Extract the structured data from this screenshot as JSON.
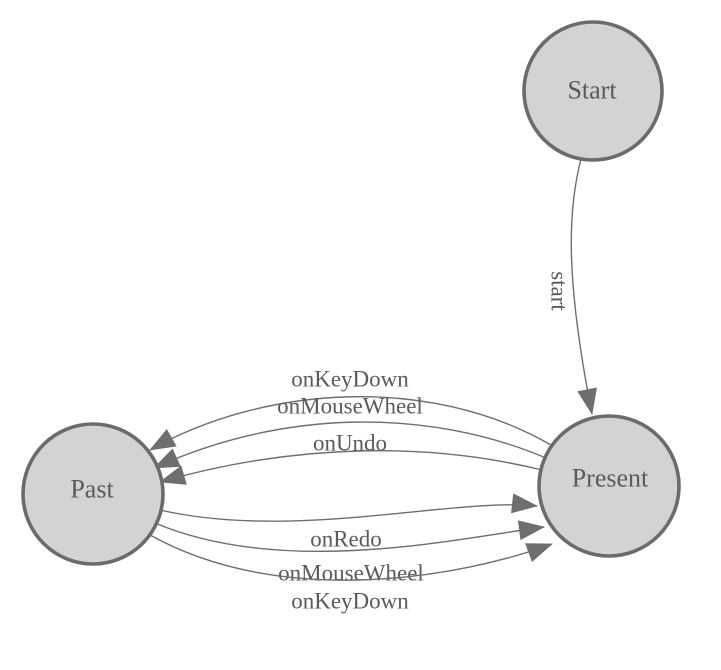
{
  "diagram": {
    "type": "state-machine",
    "background": "#ffffff",
    "node_fill": "#d3d3d3",
    "node_border": "#6b6b6b",
    "edge_color": "#6e6e6e",
    "arrow_color": "#6e6e6e",
    "label_color": "#5a5a5a",
    "nodes": [
      {
        "id": "start",
        "label": "Start"
      },
      {
        "id": "past",
        "label": "Past"
      },
      {
        "id": "present",
        "label": "Present"
      }
    ],
    "edges": [
      {
        "from": "start",
        "to": "present",
        "label": "start"
      },
      {
        "from": "present",
        "to": "past",
        "label": "onKeyDown"
      },
      {
        "from": "present",
        "to": "past",
        "label": "onMouseWheel"
      },
      {
        "from": "present",
        "to": "past",
        "label": "onUndo"
      },
      {
        "from": "past",
        "to": "present",
        "label": "onRedo"
      },
      {
        "from": "past",
        "to": "present",
        "label": "onMouseWheel"
      },
      {
        "from": "past",
        "to": "present",
        "label": "onKeyDown"
      }
    ]
  }
}
